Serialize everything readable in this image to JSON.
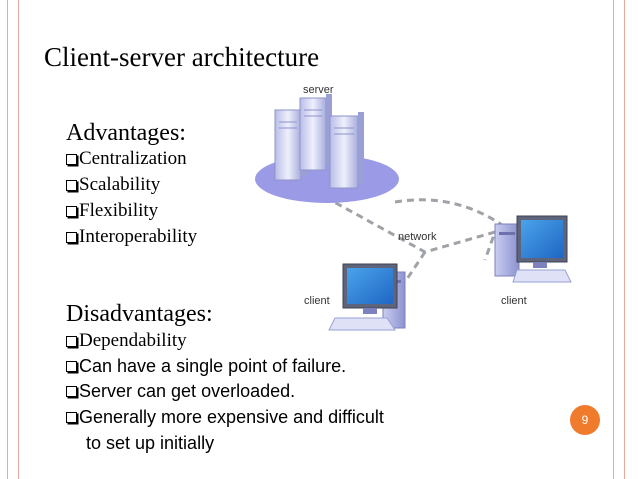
{
  "title": "Client-server architecture",
  "advantages": {
    "heading": "Advantages:",
    "items": [
      "Centralization",
      "Scalability",
      "Flexibility",
      "Interoperability"
    ]
  },
  "disadvantages": {
    "heading": "Disadvantages:",
    "items": [
      "Dependability",
      "Can have a single point of failure.",
      "Server can get overloaded.",
      "Generally more expensive and difficult"
    ],
    "continuation": "to set up initially"
  },
  "diagram": {
    "server_label": "server",
    "network_label": "network",
    "client_left_label": "client",
    "client_right_label": "client"
  },
  "page_number": "9",
  "colors": {
    "accent": "#f07b2c",
    "border": "#e9a9a0",
    "ellipse": "#9a9ae6"
  }
}
